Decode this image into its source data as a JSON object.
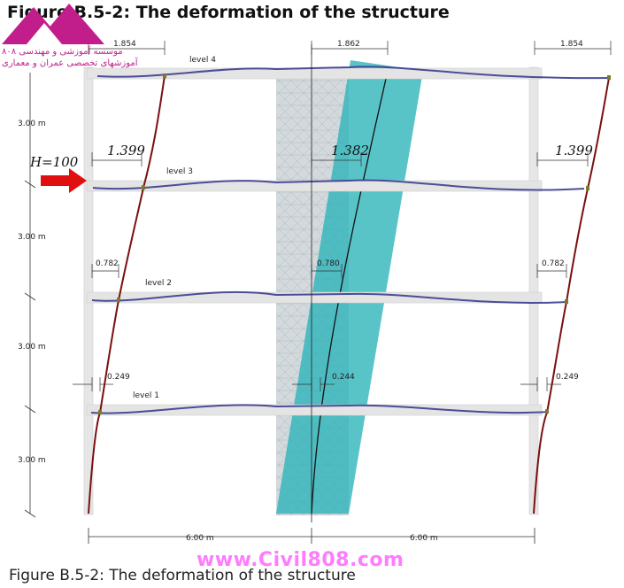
{
  "title": "Figure B.5-2: The deformation of the structure",
  "caption": "Figure B.5-2: The deformation of the structure",
  "watermark": "www.Civil808.com",
  "logo": {
    "line1": "موسسه آموزشی و مهندسی ۸۰۸",
    "line2": "آموزشهای تخصصی عمران و معماری",
    "icon": "logo-triangles-icon",
    "color": "#c21e8b"
  },
  "load": {
    "label": "H=100",
    "icon": "arrow-right-icon",
    "color": "#e01010"
  },
  "levels": [
    "level 4",
    "level 3",
    "level 2",
    "level 1"
  ],
  "heights": [
    "3.00 m",
    "3.00 m",
    "3.00 m",
    "3.00 m"
  ],
  "spans": [
    "6.00 m",
    "6.00 m"
  ],
  "top_dims": {
    "left": "1.854",
    "center": "1.862",
    "right": "1.854"
  },
  "deflections": {
    "level3": {
      "left": "1.399",
      "center": "1.382",
      "right": "1.399"
    },
    "level2": {
      "left": "0.782",
      "center": "0.780",
      "right": "0.782"
    },
    "level1": {
      "left": "0.249",
      "center": "0.244",
      "right": "0.249"
    }
  },
  "colors": {
    "beam": "#e2e2e2",
    "beam_deformed": "#3b3b8f",
    "column_deformed": "#7a1010",
    "wall": "#cfd6da",
    "wall_deformed": "#2ab3b8",
    "load_arrow": "#e01010"
  }
}
